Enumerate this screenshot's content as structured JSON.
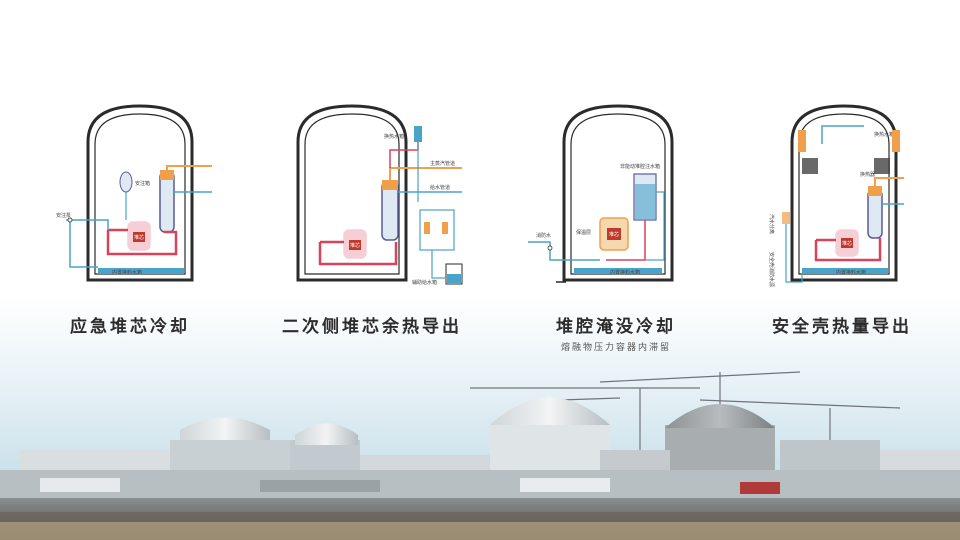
{
  "panels": [
    {
      "title": "应急堆芯冷却",
      "subtitle": "",
      "labels": {
        "tank": "安注箱",
        "pump": "安注泵",
        "water": "内置换料水箱",
        "core": "堆芯"
      }
    },
    {
      "title": "二次侧堆芯余热导出",
      "subtitle": "",
      "labels": {
        "tank": "换热水箱",
        "steam": "主蒸汽管道",
        "feed": "给水管道",
        "aux": "辅助给水箱",
        "core": "堆芯"
      }
    },
    {
      "title": "堆腔淹没冷却",
      "subtitle": "熔融物压力容器内滞留",
      "labels": {
        "tank": "非能动堆腔注水箱",
        "spray": "消防水",
        "insul": "保温层",
        "water": "内置换料水箱",
        "core": "堆芯"
      }
    },
    {
      "title": "安全壳热量导出",
      "subtitle": "",
      "labels": {
        "tank": "换热水箱",
        "hx": "换热器",
        "side1": "汽水分离",
        "side2": "安全壳消防水源",
        "water": "内置换料水箱",
        "core": "堆芯"
      }
    }
  ],
  "colors": {
    "hot": "#d9435a",
    "cold": "#4aa3c8",
    "steam": "#f0a04a",
    "vessel": "#5b5b9a",
    "core": "#c0392b",
    "outline": "#2b2b2b"
  }
}
